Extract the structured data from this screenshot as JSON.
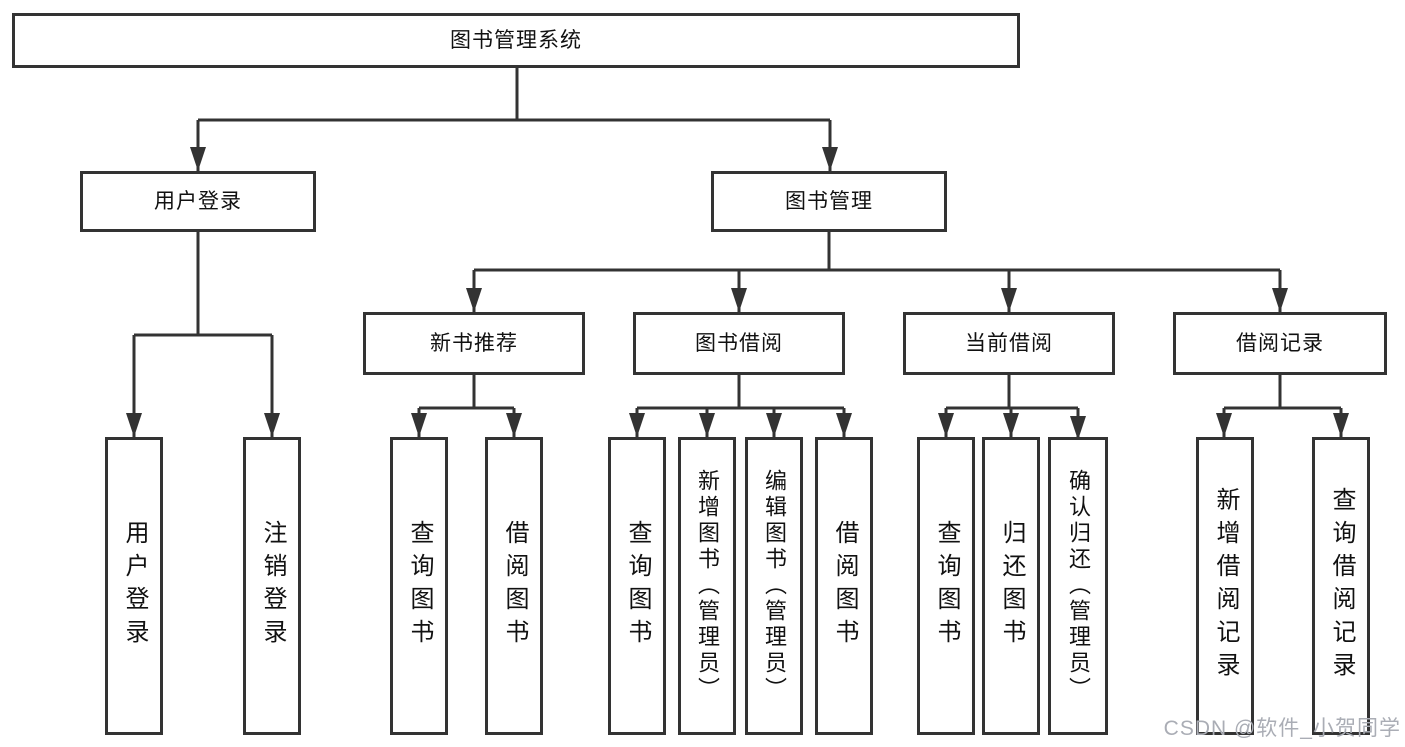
{
  "diagram": {
    "root": "图书管理系统",
    "level2": [
      "用户登录",
      "图书管理"
    ],
    "level3": [
      "新书推荐",
      "图书借阅",
      "当前借阅",
      "借阅记录"
    ],
    "leaves": {
      "login": [
        "用户登录",
        "注销登录"
      ],
      "newbook": [
        "查询图书",
        "借阅图书"
      ],
      "borrow": [
        "查询图书",
        "新增图书（管理员）",
        "编辑图书（管理员）",
        "借阅图书"
      ],
      "current": [
        "查询图书",
        "归还图书",
        "确认归还（管理员）"
      ],
      "records": [
        "新增借阅记录",
        "查询借阅记录"
      ]
    }
  },
  "watermark": "CSDN @软件_小贺同学",
  "colors": {
    "line": "#333333",
    "box_border": "#333333",
    "text": "#111111",
    "watermark": "#aaadb5",
    "background": "#ffffff"
  }
}
